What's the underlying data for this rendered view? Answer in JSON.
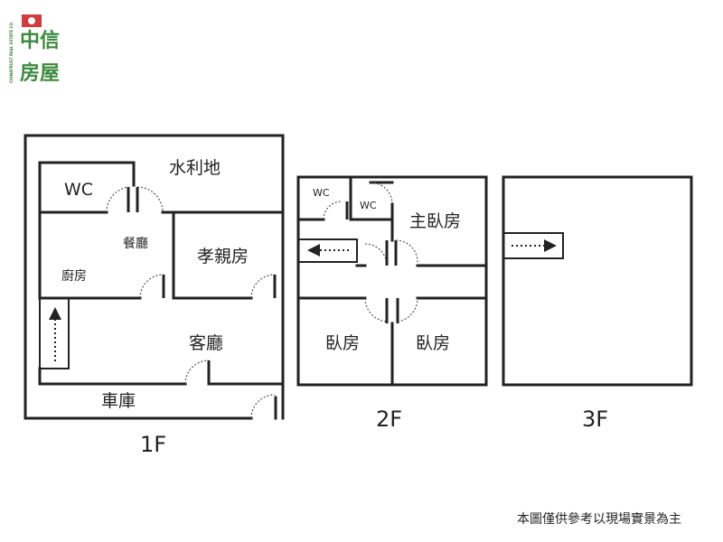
{
  "logo": {
    "text_line1": "中信",
    "text_line2": "房屋",
    "side_text": "CHINATRUST REAL ESTATE CO.",
    "brand_color": "#3b8a3e",
    "accent_color": "#d33a3a"
  },
  "floors": {
    "f1": {
      "label": "1F",
      "rooms": {
        "wc": "WC",
        "water": "水利地",
        "dining": "餐廳",
        "kitchen": "廚房",
        "parents": "孝親房",
        "living": "客廳",
        "garage": "車庫"
      }
    },
    "f2": {
      "label": "2F",
      "rooms": {
        "wc1": "WC",
        "wc2": "WC",
        "master": "主臥房",
        "bed1": "臥房",
        "bed2": "臥房"
      }
    },
    "f3": {
      "label": "3F"
    }
  },
  "disclaimer": "本圖僅供參考以現場實景為主"
}
